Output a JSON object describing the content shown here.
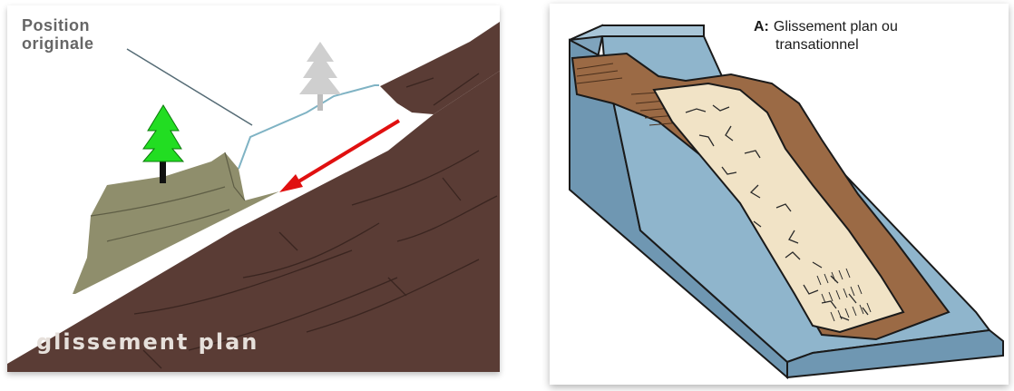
{
  "left_panel": {
    "label_position_line1": "Position",
    "label_position_line2": "originale",
    "caption": "glissement plan",
    "colors": {
      "bedrock": "#5a3c35",
      "slid_mass": "#8f8e6c",
      "tree_green": "#22dd22",
      "ghost_tree": "#cfcfcf",
      "arrow": "#e01010",
      "outline": "#7fb3c4"
    }
  },
  "right_panel": {
    "label_letter": "A:",
    "label_line1": "Glissement plan ou",
    "label_line2": "transationnel",
    "colors": {
      "slope_face": "#8fb5cc",
      "scarp": "#9b6a45",
      "debris": "#f1e3c6"
    }
  }
}
